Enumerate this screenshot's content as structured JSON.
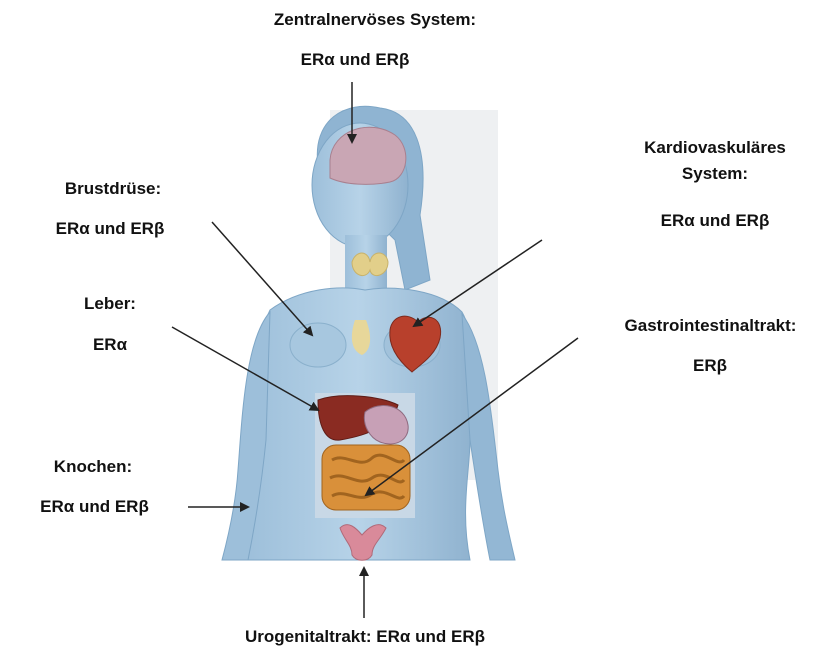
{
  "labels": {
    "cns": {
      "title": "Zentralnervöses System:",
      "receptors": "ERα und ERβ"
    },
    "breast": {
      "title": "Brustdrüse:",
      "receptors": "ERα und ERβ"
    },
    "cardio": {
      "title_line1": "Kardiovaskuläres",
      "title_line2": "System:",
      "receptors": "ERα und ERβ"
    },
    "liver": {
      "title": "Leber:",
      "receptors": "ERα"
    },
    "gi": {
      "title": "Gastrointestinaltrakt:",
      "receptors": "ERβ"
    },
    "bone": {
      "title": "Knochen:",
      "receptors": "ERα und ERβ"
    },
    "uro": {
      "title": "Urogenitaltrakt: ERα und ERβ"
    }
  },
  "colors": {
    "body_fill": "#a9c8e0",
    "body_edge": "#7ea6c6",
    "background_panel": "#eef0f2",
    "brain": "#c9a6b4",
    "thyroid": "#e2cf8a",
    "heart": "#b8402c",
    "liver": "#8a2b22",
    "intestine": "#d9903a",
    "uterus": "#d98a9a",
    "arrow": "#222222"
  }
}
